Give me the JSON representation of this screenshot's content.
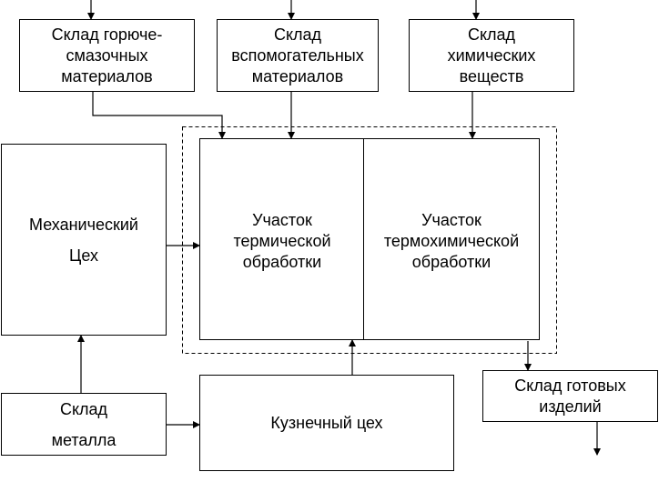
{
  "diagram": {
    "line_color": "#000000",
    "nodes": {
      "lubricants_warehouse": {
        "lines": [
          "Склад горюче-",
          "смазочных",
          "материалов"
        ]
      },
      "auxiliary_warehouse": {
        "lines": [
          "Склад",
          "вспомогательных",
          "материалов"
        ]
      },
      "chemicals_warehouse": {
        "lines": [
          "Склад",
          "химических",
          "веществ"
        ]
      },
      "mechanical_shop": {
        "lines": [
          "Механический",
          "Цех"
        ]
      },
      "heat_treatment": {
        "lines": [
          "Участок",
          "термической",
          "обработки"
        ]
      },
      "thermochemical_treatment": {
        "lines": [
          "Участок",
          "термохимической",
          "обработки"
        ]
      },
      "metal_warehouse": {
        "lines": [
          "Склад",
          "металла"
        ]
      },
      "forge_shop": {
        "lines": [
          "Кузнечный цех"
        ]
      },
      "finished_goods_warehouse": {
        "lines": [
          "Склад готовых",
          "изделий"
        ]
      }
    }
  }
}
